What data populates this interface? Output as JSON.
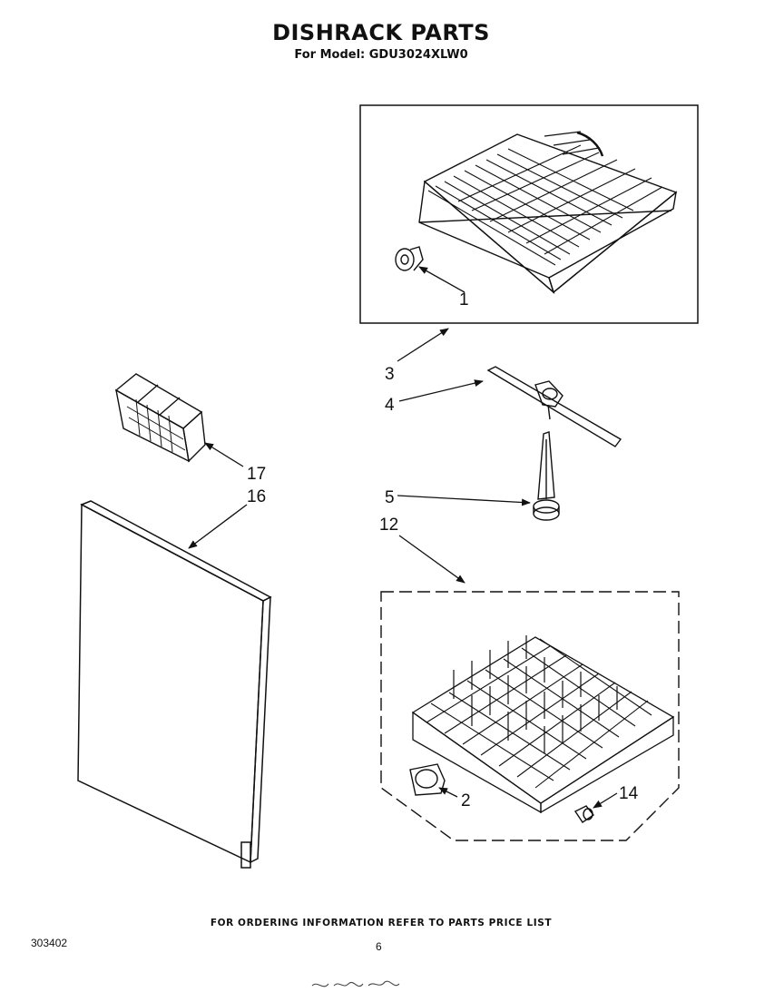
{
  "header": {
    "title": "DISHRACK PARTS",
    "subtitle": "For Model: GDU3024XLW0"
  },
  "callouts": {
    "c1": "1",
    "c2": "2",
    "c3": "3",
    "c4": "4",
    "c5": "5",
    "c12": "12",
    "c14": "14",
    "c16": "16",
    "c17": "17"
  },
  "footer": {
    "ordering_note": "FOR ORDERING INFORMATION REFER TO PARTS PRICE LIST",
    "doc_number": "303402",
    "page_number": "6"
  }
}
